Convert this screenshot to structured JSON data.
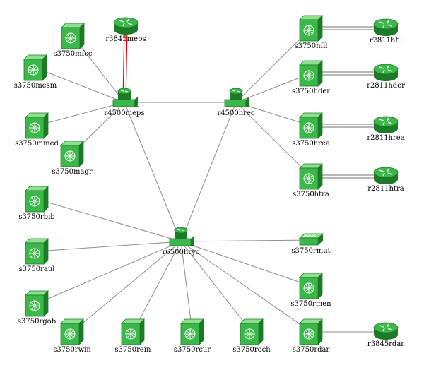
{
  "nodes": [
    {
      "id": "r3845meps",
      "label": "r3845meps",
      "kind": "router"
    },
    {
      "id": "s3750mfcc",
      "label": "s3750mfcc",
      "kind": "switch3750"
    },
    {
      "id": "s3750mesm",
      "label": "s3750mesm",
      "kind": "switch3750"
    },
    {
      "id": "r4500meps",
      "label": "r4500meps",
      "kind": "core"
    },
    {
      "id": "s3750mmed",
      "label": "s3750mmed",
      "kind": "switch3750"
    },
    {
      "id": "s3750magr",
      "label": "s3750magr",
      "kind": "switch3750"
    },
    {
      "id": "r4500hrec",
      "label": "r4500hrec",
      "kind": "core"
    },
    {
      "id": "s3750hfil",
      "label": "s3750hfil",
      "kind": "switch3750"
    },
    {
      "id": "s3750hder",
      "label": "s3750hder",
      "kind": "switch3750"
    },
    {
      "id": "s3750hrea",
      "label": "s3750hrea",
      "kind": "switch3750"
    },
    {
      "id": "s3750htra",
      "label": "s3750htra",
      "kind": "switch3750"
    },
    {
      "id": "r2811hfil",
      "label": "r2811hfil",
      "kind": "router"
    },
    {
      "id": "r2811hder",
      "label": "r2811hder",
      "kind": "router"
    },
    {
      "id": "r2811hrea",
      "label": "r2811hrea",
      "kind": "router"
    },
    {
      "id": "r2811htra",
      "label": "r2811htra",
      "kind": "router"
    },
    {
      "id": "r6500hryc",
      "label": "r6500hryc",
      "kind": "core"
    },
    {
      "id": "s3750rbib",
      "label": "s3750rbib",
      "kind": "switch3750"
    },
    {
      "id": "s3750raul",
      "label": "s3750raul",
      "kind": "switch3750"
    },
    {
      "id": "s3750rgob",
      "label": "s3750rgob",
      "kind": "switch3750"
    },
    {
      "id": "s3750rwin",
      "label": "s3750rwin",
      "kind": "switch3750"
    },
    {
      "id": "s3750rein",
      "label": "s3750rein",
      "kind": "switch3750"
    },
    {
      "id": "s3750rcur",
      "label": "s3750rcur",
      "kind": "switch3750"
    },
    {
      "id": "s3750roch",
      "label": "s3750roch",
      "kind": "switch3750"
    },
    {
      "id": "s3750rdar",
      "label": "s3750rdar",
      "kind": "switch3750"
    },
    {
      "id": "s3750rmen",
      "label": "s3750rmen",
      "kind": "switch3750"
    },
    {
      "id": "s3750rmut",
      "label": "s3750rmut",
      "kind": "workgroup"
    },
    {
      "id": "r3845rdar",
      "label": "r3845rdar",
      "kind": "router"
    }
  ],
  "links": [
    {
      "from": "r4500meps",
      "to": "r3845meps",
      "style": "red-double"
    },
    {
      "from": "r4500meps",
      "to": "s3750mfcc",
      "style": "single"
    },
    {
      "from": "r4500meps",
      "to": "s3750mesm",
      "style": "single"
    },
    {
      "from": "r4500meps",
      "to": "s3750mmed",
      "style": "single"
    },
    {
      "from": "r4500meps",
      "to": "s3750magr",
      "style": "single"
    },
    {
      "from": "r4500meps",
      "to": "r4500hrec",
      "style": "single"
    },
    {
      "from": "r4500meps",
      "to": "r6500hryc",
      "style": "single"
    },
    {
      "from": "r4500hrec",
      "to": "r6500hryc",
      "style": "single"
    },
    {
      "from": "r4500hrec",
      "to": "s3750hfil",
      "style": "single"
    },
    {
      "from": "r4500hrec",
      "to": "s3750hder",
      "style": "single"
    },
    {
      "from": "r4500hrec",
      "to": "s3750hrea",
      "style": "single"
    },
    {
      "from": "r4500hrec",
      "to": "s3750htra",
      "style": "single"
    },
    {
      "from": "s3750hfil",
      "to": "r2811hfil",
      "style": "double"
    },
    {
      "from": "s3750hder",
      "to": "r2811hder",
      "style": "double"
    },
    {
      "from": "s3750hrea",
      "to": "r2811hrea",
      "style": "double"
    },
    {
      "from": "s3750htra",
      "to": "r2811htra",
      "style": "double"
    },
    {
      "from": "r6500hryc",
      "to": "s3750rbib",
      "style": "single"
    },
    {
      "from": "r6500hryc",
      "to": "s3750raul",
      "style": "single"
    },
    {
      "from": "r6500hryc",
      "to": "s3750rgob",
      "style": "single"
    },
    {
      "from": "r6500hryc",
      "to": "s3750rwin",
      "style": "single"
    },
    {
      "from": "r6500hryc",
      "to": "s3750rein",
      "style": "single"
    },
    {
      "from": "r6500hryc",
      "to": "s3750rcur",
      "style": "single"
    },
    {
      "from": "r6500hryc",
      "to": "s3750roch",
      "style": "single"
    },
    {
      "from": "r6500hryc",
      "to": "s3750rdar",
      "style": "single"
    },
    {
      "from": "r6500hryc",
      "to": "s3750rmen",
      "style": "single"
    },
    {
      "from": "r6500hryc",
      "to": "s3750rmut",
      "style": "single"
    },
    {
      "from": "s3750rdar",
      "to": "r3845rdar",
      "style": "single"
    }
  ],
  "colors": {
    "icon_fill": "#3cb84a",
    "icon_light": "#8ee08f",
    "icon_dark": "#1d7a27",
    "link": "#8c8c8c",
    "link_red": "#e00000",
    "label": "#000000"
  }
}
